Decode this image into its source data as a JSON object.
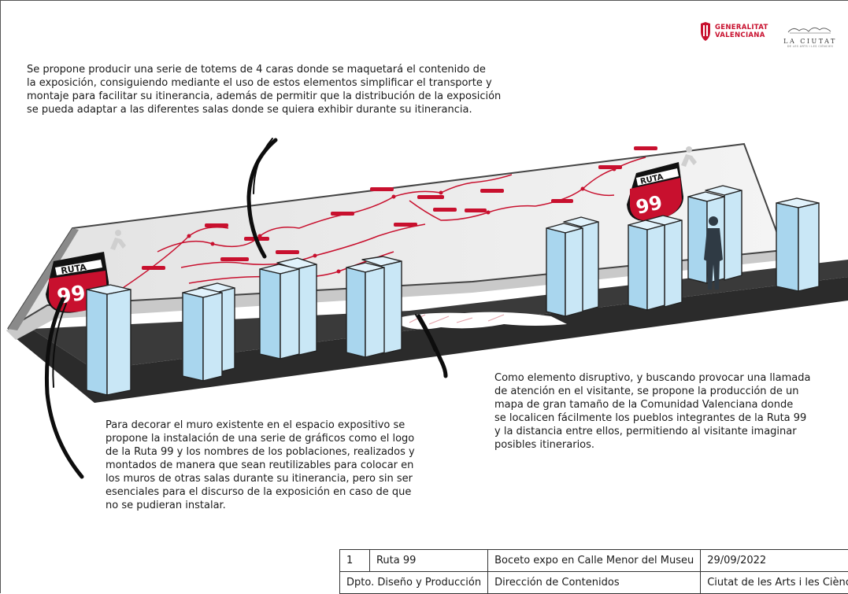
{
  "logos": {
    "generalitat_line1": "GENERALITAT",
    "generalitat_line2": "VALENCIANA",
    "ciutat_name": "LA CIUTAT",
    "ciutat_sub": "DE LES ARTS I LES CIÈNCIES"
  },
  "paragraphs": {
    "intro": "Se propone producir una serie de totems de 4 caras donde se maquetará el contenido de\nla exposición, consiguiendo mediante el uso de estos elementos simplificar el transporte y\nmontaje para facilitar su itinerancia, además de permitir que la distribución de la exposición\nse pueda adaptar a las diferentes salas donde se quiera exhibir durante su itinerancia.",
    "map": "Como elemento disruptivo, y buscando provocar una llamada\nde atención en el visitante, se propone la producción de un\nmapa de gran tamaño de la Comunidad  Valenciana donde\nse localicen fácilmente los pueblos integrantes de la Ruta 99\ny la distancia entre ellos, permitiendo al visitante imaginar\nposibles itinerarios.",
    "wall": "Para decorar el muro existente en el espacio expositivo se\npropone la instalación de una serie de gráficos como el logo\nde la Ruta 99 y los nombres de los poblaciones, realizados y\nmontados de manera que sean reutilizables para colocar en\nlos muros de otras salas durante su itinerancia, pero sin ser\nesenciales para el discurso de la exposición en caso de que\nno se pudieran instalar."
  },
  "sign": {
    "word": "RUTA",
    "number": "99"
  },
  "title_block": {
    "row1": [
      "1",
      "Ruta 99",
      "Boceto expo en Calle Menor del Museu",
      "29/09/2022"
    ],
    "row2": [
      "Dpto. Diseño y Producción",
      "Dirección de Contenidos",
      "Ciutat de les Arts i les Ciències"
    ]
  },
  "colors": {
    "accent_red": "#c8102e",
    "totem_fill": "#b9dff2",
    "floor": "#2b2b2b",
    "wall": "#ececec"
  }
}
